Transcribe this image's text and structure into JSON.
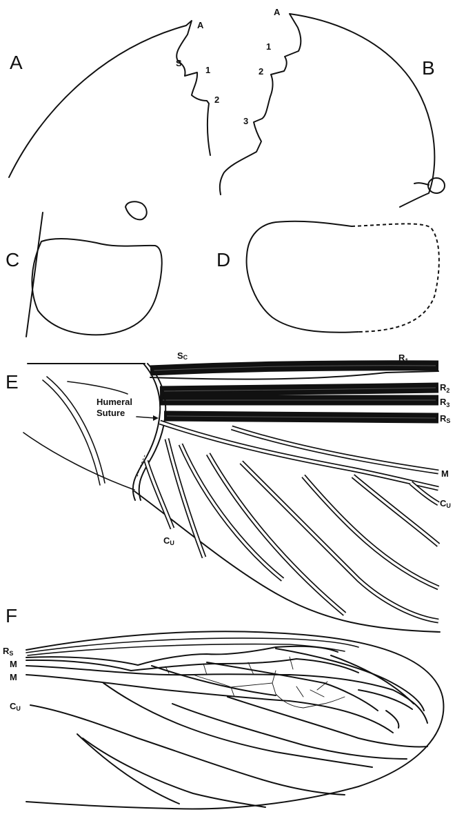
{
  "figure": {
    "panels": {
      "a": "A",
      "b": "B",
      "c": "C",
      "d": "D",
      "e": "E",
      "f": "F"
    },
    "panel_a": {
      "point_a": "A",
      "point_s": "S",
      "point_1": "1",
      "point_2": "2"
    },
    "panel_b": {
      "point_a": "A",
      "point_1": "1",
      "point_2": "2",
      "point_3": "3"
    },
    "panel_e": {
      "sc": {
        "main": "S",
        "sub": "C"
      },
      "r1": {
        "main": "R",
        "sub": "1"
      },
      "r2": {
        "main": "R",
        "sub": "2"
      },
      "r3": {
        "main": "R",
        "sub": "3"
      },
      "rs": {
        "main": "R",
        "sub": "S"
      },
      "m": "M",
      "cu_right": {
        "main": "C",
        "sub": "U"
      },
      "cu_bottom": {
        "main": "C",
        "sub": "U"
      },
      "humeral_line1": "Humeral",
      "humeral_line2": "Suture"
    },
    "panel_f": {
      "rs": {
        "main": "R",
        "sub": "S"
      },
      "m1": "M",
      "m2": "M",
      "cu": {
        "main": "C",
        "sub": "U"
      }
    }
  }
}
